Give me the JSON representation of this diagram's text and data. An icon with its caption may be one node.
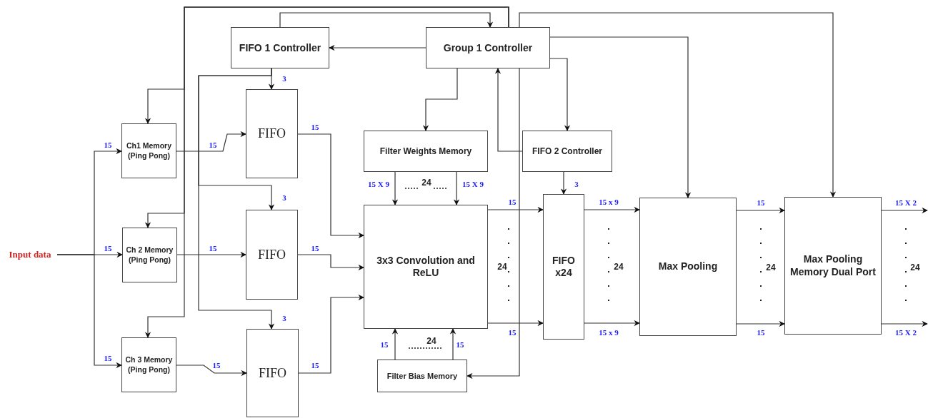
{
  "diagram": {
    "nodes": [
      {
        "text": [
          "Input data"
        ]
      },
      {
        "text": [
          "FIFO 1 Controller"
        ]
      },
      {
        "text": [
          "Group 1 Controller"
        ]
      },
      {
        "text": [
          "Ch1 Memory (Ping Pong)"
        ]
      },
      {
        "text": [
          "FIFO"
        ]
      },
      {
        "text": [
          "Filter Weights Memory"
        ]
      },
      {
        "text": [
          "FIFO 2 Controller"
        ]
      },
      {
        "text": [
          "Ch 2 Memory (Ping Pong)"
        ]
      },
      {
        "text": [
          "FIFO"
        ]
      },
      {
        "text": [
          "3x3 Convolution and ReLU"
        ]
      },
      {
        "text": [
          "FIFO x24"
        ]
      },
      {
        "text": [
          "Max Pooling"
        ]
      },
      {
        "text": [
          "Max Pooling Memory Dual Port"
        ]
      },
      {
        "text": [
          "Ch 3 Memory (Ping Pong)"
        ]
      },
      {
        "text": [
          "FIFO"
        ]
      },
      {
        "text": [
          "Filter Bias Memory"
        ]
      }
    ],
    "edges": [
      {
        "from": 0,
        "to": 7,
        "arrow": "to",
        "label": "15"
      },
      {
        "from": 0,
        "to": 3,
        "arrow": "to",
        "label": "15"
      },
      {
        "from": 0,
        "to": 13,
        "arrow": "to",
        "label": "15"
      },
      {
        "from": 3,
        "to": 4,
        "arrow": "to",
        "label": "15"
      },
      {
        "from": 7,
        "to": 8,
        "arrow": "to",
        "label": "15"
      },
      {
        "from": 13,
        "to": 14,
        "arrow": "to",
        "label": "15"
      },
      {
        "from": 1,
        "to": 4,
        "arrow": "to",
        "label": "3"
      },
      {
        "from": 1,
        "to": 8,
        "arrow": "to",
        "label": "3"
      },
      {
        "from": 1,
        "to": 14,
        "arrow": "to",
        "label": "3"
      },
      {
        "from": 4,
        "to": 9,
        "arrow": "to",
        "label": "15"
      },
      {
        "from": 8,
        "to": 9,
        "arrow": "to",
        "label": "15"
      },
      {
        "from": 14,
        "to": 9,
        "arrow": "to",
        "label": "15"
      },
      {
        "from": 2,
        "to": 1,
        "arrow": "to"
      },
      {
        "from": 1,
        "to": 2,
        "arrow": "to"
      },
      {
        "from": 2,
        "to": 3,
        "arrow": "to"
      },
      {
        "from": 2,
        "to": 7,
        "arrow": "to"
      },
      {
        "from": 2,
        "to": 13,
        "arrow": "to"
      },
      {
        "from": 2,
        "to": 5,
        "arrow": "to"
      },
      {
        "from": 2,
        "to": 6,
        "arrow": "to"
      },
      {
        "from": 6,
        "to": 2,
        "arrow": "to"
      },
      {
        "from": 2,
        "to": 11,
        "arrow": "to"
      },
      {
        "from": 2,
        "to": 12,
        "arrow": "to"
      },
      {
        "from": 2,
        "to": 15,
        "arrow": "to"
      },
      {
        "from": 5,
        "to": 9,
        "arrow": "to",
        "label": "15 X 9"
      },
      {
        "from": 5,
        "to": 9,
        "arrow": "to",
        "label": "15 X 9"
      },
      {
        "from": 6,
        "to": 10,
        "arrow": "to",
        "label": "3"
      },
      {
        "from": 9,
        "to": 10,
        "arrow": "to",
        "label": "15"
      },
      {
        "from": 9,
        "to": 10,
        "arrow": "to",
        "label": "15"
      },
      {
        "from": 10,
        "to": 11,
        "arrow": "to",
        "label": "15 x 9"
      },
      {
        "from": 10,
        "to": 11,
        "arrow": "to",
        "label": "15 x 9"
      },
      {
        "from": 11,
        "to": 12,
        "arrow": "to",
        "label": "15"
      },
      {
        "from": 11,
        "to": 12,
        "arrow": "to",
        "label": "15"
      },
      {
        "from": 12,
        "to": null,
        "arrow": "to",
        "label": "15 X 2"
      },
      {
        "from": 12,
        "to": null,
        "arrow": "to",
        "label": "15 X 2"
      },
      {
        "from": 15,
        "to": 9,
        "arrow": "to",
        "label": "15"
      },
      {
        "from": 15,
        "to": 9,
        "arrow": "to",
        "label": "15"
      }
    ],
    "labels": [
      "24",
      "24",
      "24",
      "24",
      "24",
      "24"
    ]
  }
}
